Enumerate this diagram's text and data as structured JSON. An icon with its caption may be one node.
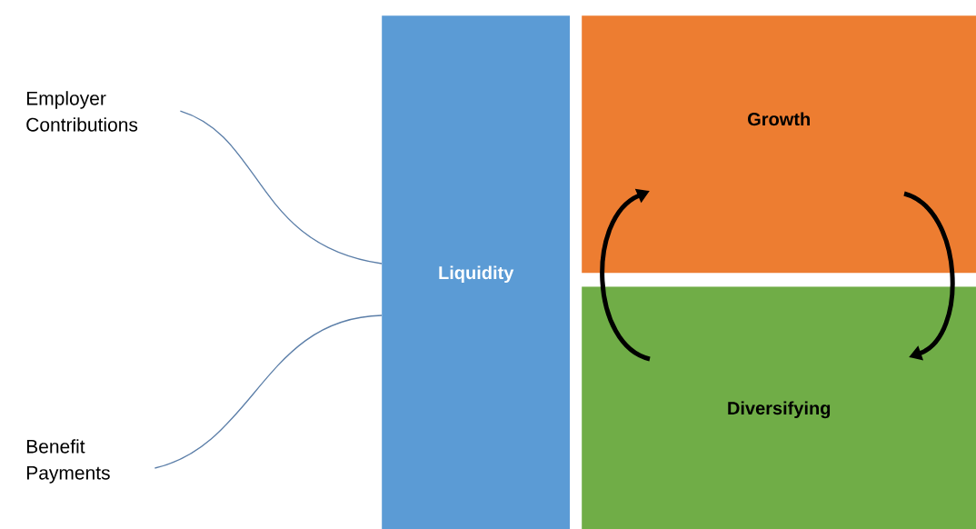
{
  "diagram": {
    "nodes": [
      {
        "text": [
          "Employer Contributions"
        ]
      },
      {
        "text": [
          "Benefit Payments"
        ]
      },
      {
        "text": [
          "Liquidity"
        ]
      },
      {
        "text": [
          "Growth"
        ]
      },
      {
        "text": [
          "Diversifying"
        ]
      }
    ],
    "edges": [
      {
        "from": 0,
        "to": 2,
        "arrow": "none",
        "color": "#5b7ea8"
      },
      {
        "from": 2,
        "to": 1,
        "arrow": "none",
        "color": "#5b7ea8"
      },
      {
        "from": 4,
        "to": 3,
        "arrow": "to",
        "style": "thick",
        "color": "#000000"
      },
      {
        "from": 3,
        "to": 4,
        "arrow": "to",
        "style": "thick",
        "color": "#000000"
      }
    ]
  }
}
